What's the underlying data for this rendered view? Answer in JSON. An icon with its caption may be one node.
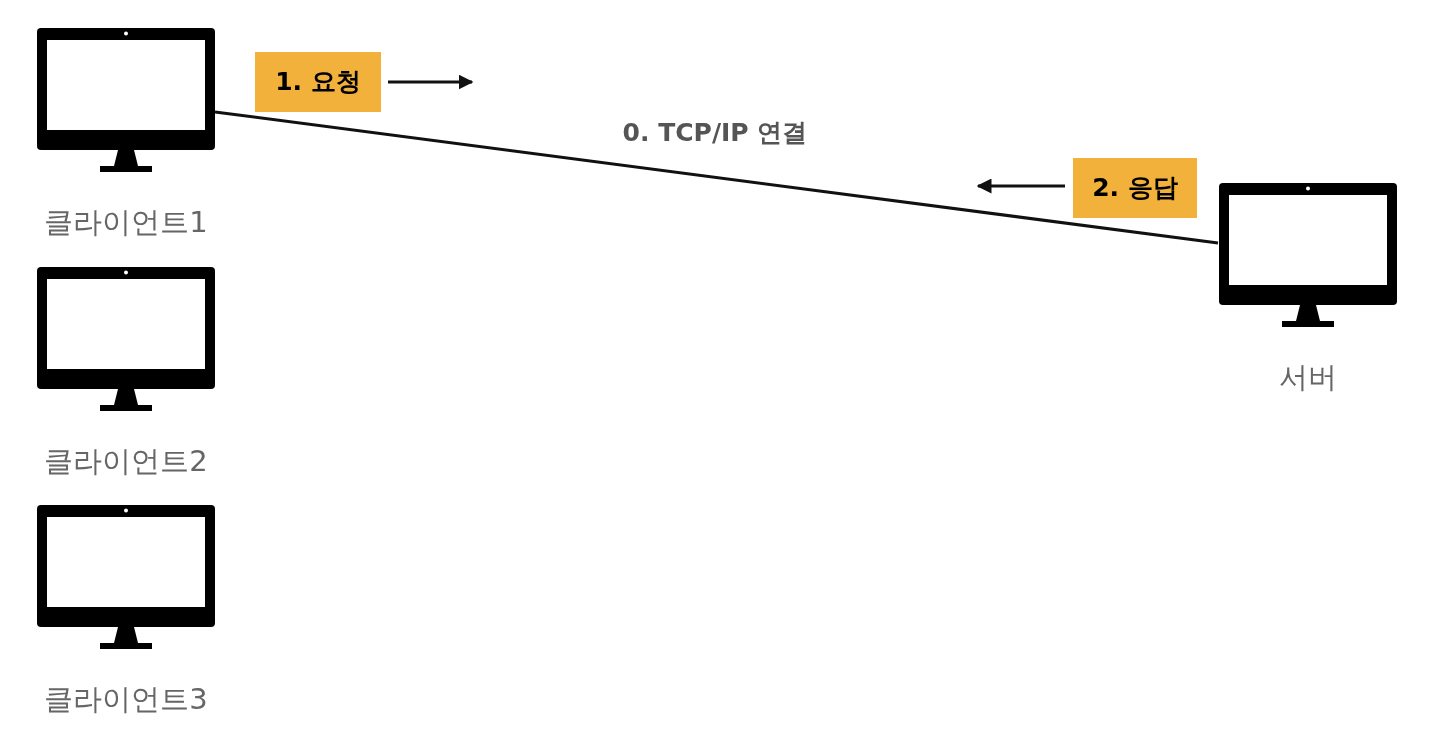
{
  "diagram": {
    "nodes": [
      {
        "text": [
          "클라이언트1"
        ]
      },
      {
        "text": [
          "1. 요청"
        ]
      },
      {
        "text": [
          "클라이언트2"
        ]
      },
      {
        "text": [
          "클라이언트3"
        ]
      },
      {
        "text": [
          "2. 응답"
        ]
      },
      {
        "text": [
          "서버"
        ]
      }
    ],
    "edges": [
      {
        "from": 0,
        "to": 5,
        "arrow": "none",
        "label": "0. TCP/IP 연결"
      },
      {
        "from": 1,
        "to": null,
        "arrow": "to"
      },
      {
        "from": 4,
        "to": null,
        "arrow": "to"
      }
    ]
  }
}
